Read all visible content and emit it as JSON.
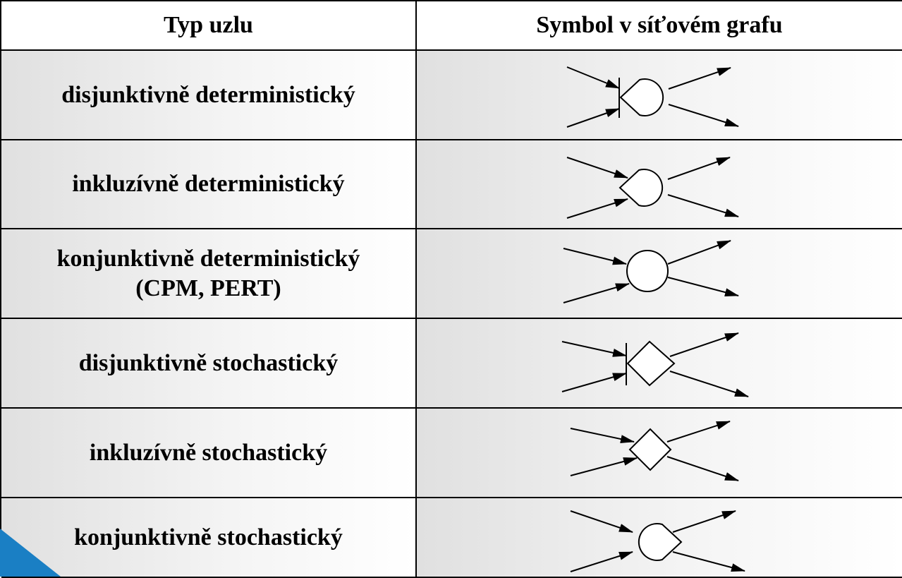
{
  "header": {
    "col1": "Typ uzlu",
    "col2": "Symbol v síťovém grafu"
  },
  "rows": [
    {
      "label": "disjunktivně deterministický",
      "symbol": "disjunctive-deterministic-node-icon"
    },
    {
      "label": "inkluzívně deterministický",
      "symbol": "inclusive-deterministic-node-icon"
    },
    {
      "label": "konjunktivně deterministický\n(CPM, PERT)",
      "symbol": "conjunctive-deterministic-node-icon"
    },
    {
      "label": "disjunktivně stochastický",
      "symbol": "disjunctive-stochastic-node-icon"
    },
    {
      "label": "inkluzívně stochastický",
      "symbol": "inclusive-stochastic-node-icon"
    },
    {
      "label": "konjunktivně stochastický",
      "symbol": "conjunctive-stochastic-node-icon"
    }
  ],
  "colors": {
    "accent": "#1a7fc4",
    "line": "#000000"
  }
}
